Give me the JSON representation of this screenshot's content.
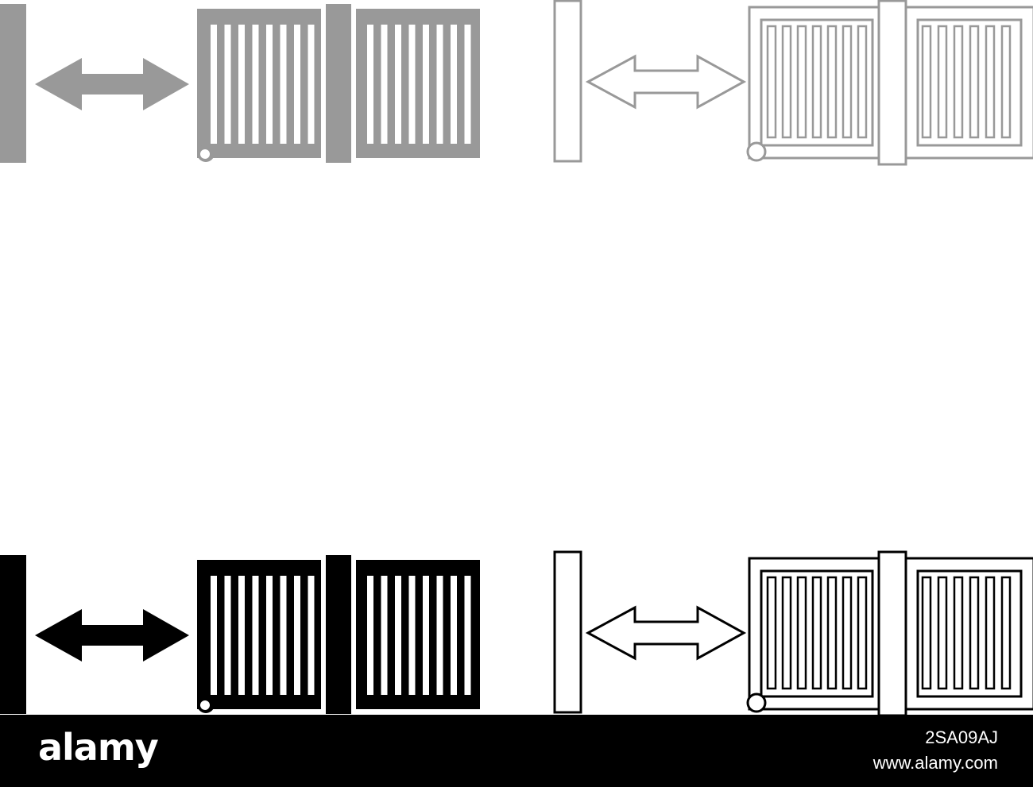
{
  "icons": [
    {
      "name": "sliding-gate-glyph-icon-gray",
      "style": "filled",
      "color": "#999999"
    },
    {
      "name": "sliding-gate-outline-icon-gray",
      "style": "outline",
      "color": "#999999"
    },
    {
      "name": "sliding-gate-glyph-icon-black",
      "style": "filled",
      "color": "#000000"
    },
    {
      "name": "sliding-gate-outline-icon-black",
      "style": "outline",
      "color": "#000000"
    }
  ],
  "watermark": {
    "brand": "alamy",
    "image_id": "2SA09AJ",
    "site": "www.alamy.com"
  },
  "colors": {
    "background": "#ffffff",
    "footer": "#000000",
    "footer_text": "#ffffff"
  }
}
